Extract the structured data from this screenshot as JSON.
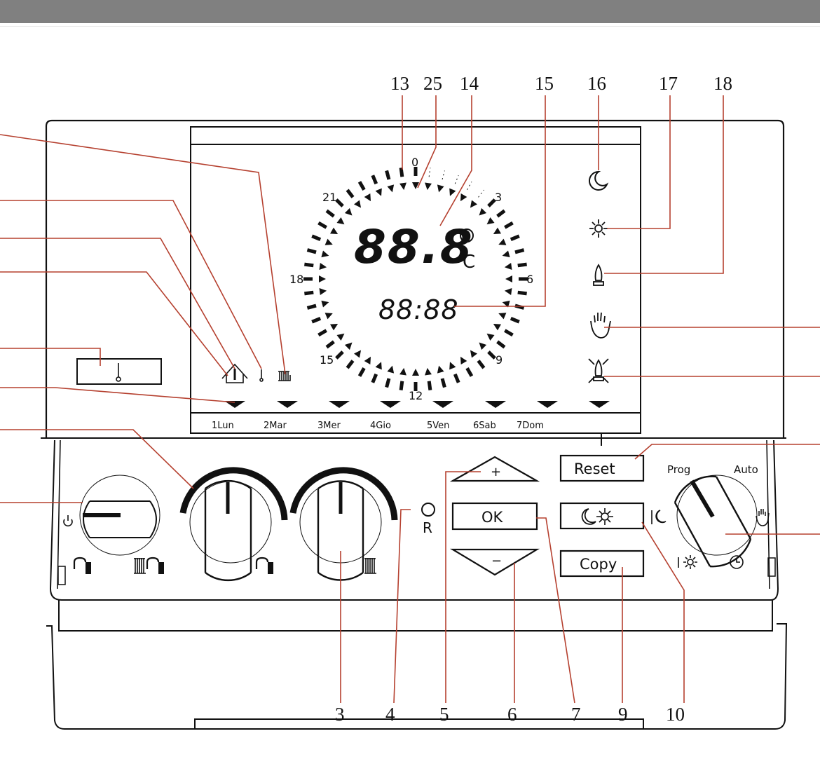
{
  "colors": {
    "header_bar": "#808080",
    "leader_line": "#b5402f",
    "ink": "#111111"
  },
  "callouts_top": [
    "13",
    "25",
    "14",
    "15",
    "16",
    "17",
    "18"
  ],
  "callouts_bottom": [
    "3",
    "4",
    "5",
    "6",
    "7",
    "9",
    "10"
  ],
  "display": {
    "temperature": "88.8",
    "degree_symbol": "○",
    "unit": "C",
    "time": "88:88",
    "hour_labels": [
      "0",
      "3",
      "6",
      "9",
      "12",
      "15",
      "18",
      "21"
    ],
    "days": [
      "1Lun",
      "2Mar",
      "3Mer",
      "4Gio",
      "5Ven",
      "6Sab",
      "7Dom"
    ],
    "status_icons": [
      "moon-icon",
      "sun-icon",
      "flame-icon",
      "hand-icon",
      "flame-off-icon"
    ],
    "left_icons": [
      "house-thermometer-icon",
      "thermometer-icon",
      "radiator-icon"
    ]
  },
  "controls": {
    "reset_label": "Reset",
    "ok_label": "OK",
    "copy_label": "Copy",
    "plus_label": "+",
    "minus_label": "−",
    "reset_led_label": "R",
    "mode_dial": {
      "labels": [
        "Prog",
        "Auto"
      ],
      "icons": [
        "night-icon",
        "hand-icon",
        "day-icon",
        "clock-icon"
      ]
    },
    "selector_icons": [
      "power-icon",
      "tap-icon",
      "radiator-tap-icon"
    ]
  }
}
